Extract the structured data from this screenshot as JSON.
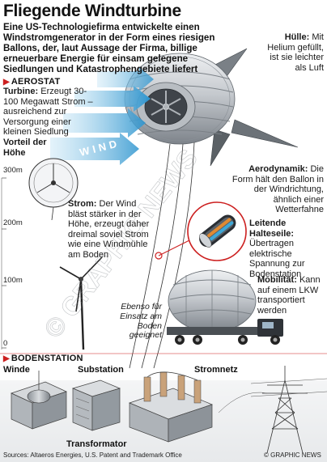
{
  "title": "Fliegende Windturbine",
  "intro": "Eine US-Technologiefirma entwickelte einen Windstromgenerator in der Form eines riesigen Ballons, der, laut Aussage der Firma, billige erneuerbare Energie für einsam gelegene Siedlungen und Katastrophengebiete liefert",
  "sections": {
    "aerostat": "AEROSTAT",
    "bodenstation": "BODENSTATION"
  },
  "callouts": {
    "huelle": {
      "head": "Hülle:",
      "body": "Mit Helium gefüllt, ist sie leichter als Luft"
    },
    "turbine": {
      "head": "Turbine:",
      "body": "Erzeugt 30-100 Megawatt Strom – ausreichend zur Versorgung einer kleinen Siedlung"
    },
    "vorteil": {
      "head": "Vorteil der Höhe"
    },
    "aerodynamik": {
      "head": "Aerodynamik:",
      "body": "Die Form hält den Ballon in der Windrichtung, ähnlich einer Wetterfahne"
    },
    "strom": {
      "head": "Strom:",
      "body": "Der Wind bläst stärker in der Höhe, erzeugt daher dreimal soviel Strom wie eine Windmühle am Boden"
    },
    "halteseile": {
      "head": "Leitende Halteseile:",
      "body": "Übertragen elektrische Spannung zur Bodenstation"
    },
    "mobilitaet": {
      "head": "Mobilität:",
      "body": "Kann auf einem LKW transportiert werden"
    },
    "ebenso": "Ebenso für Einsatz am Boden geeignet"
  },
  "altitudes": [
    "300m",
    "200m",
    "100m",
    "0"
  ],
  "wind_label": "WIND",
  "ground_labels": {
    "winde": "Winde",
    "substation": "Substation",
    "stromnetz": "Stromnetz",
    "transformator": "Transformator"
  },
  "sources": "Sources: Altaeros Energies, U.S. Patent and Trademark Office",
  "credit": "© GRAPHIC NEWS",
  "watermark": "© GRAPHIC NEWS",
  "colors": {
    "accent": "#cc1f1f",
    "wind_blue": "#4aa7d8",
    "balloon_gray": "#9aa0a6"
  }
}
